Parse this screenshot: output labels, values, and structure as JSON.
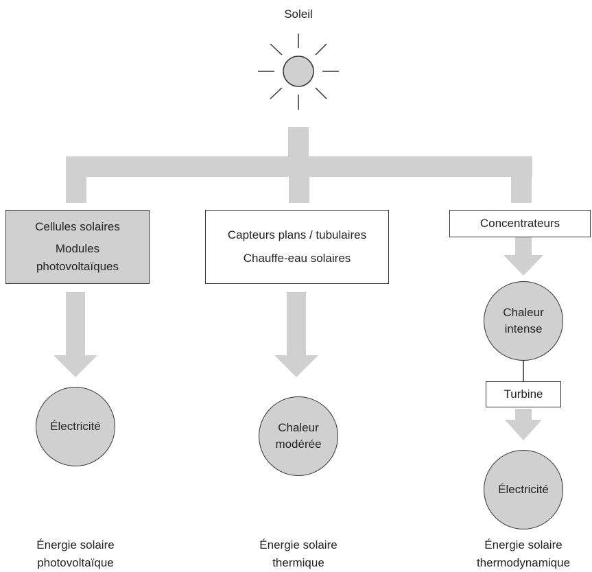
{
  "sun": {
    "label": "Soleil",
    "icon": "sun-icon"
  },
  "branches": [
    {
      "box_lines": [
        "Cellules solaires",
        "Modules",
        "photovoltaïques"
      ],
      "result_circle": [
        "Électricité"
      ],
      "caption": [
        "Énergie solaire",
        "photovoltaïque"
      ]
    },
    {
      "box_lines": [
        "Capteurs plans / tubulaires",
        "Chauffe-eau solaires"
      ],
      "result_circle": [
        "Chaleur",
        "modérée"
      ],
      "caption": [
        "Énergie solaire",
        "thermique"
      ]
    },
    {
      "box_lines": [
        "Concentrateurs"
      ],
      "intermediate_circle": [
        "Chaleur",
        "intense"
      ],
      "converter_box": "Turbine",
      "result_circle": [
        "Électricité"
      ],
      "caption": [
        "Énergie solaire",
        "thermodynamique"
      ]
    }
  ],
  "colors": {
    "arrow": "#d0d0d0",
    "shaded_box": "#d0d0d0",
    "circle_fill": "#d0d0d0",
    "outline": "#333333"
  }
}
